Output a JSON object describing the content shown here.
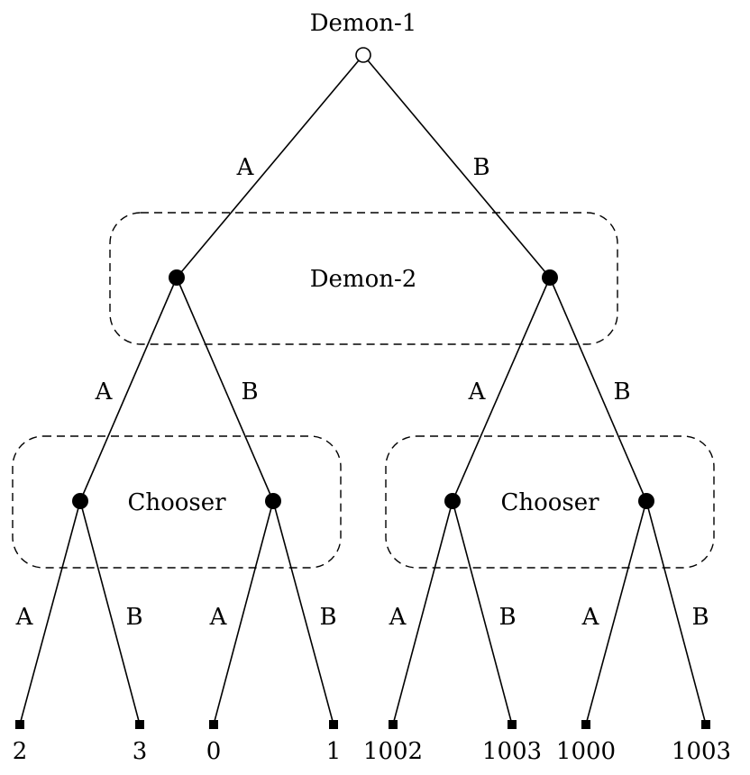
{
  "root": {
    "player": "Demon-1"
  },
  "level1": {
    "player": "Demon-2",
    "edge_left": "A",
    "edge_right": "B"
  },
  "level2": {
    "left_player": "Chooser",
    "right_player": "Chooser",
    "edges": [
      "A",
      "B",
      "A",
      "B"
    ]
  },
  "level3": {
    "edges": [
      "A",
      "B",
      "A",
      "B",
      "A",
      "B",
      "A",
      "B"
    ]
  },
  "payoffs": [
    "2",
    "3",
    "0",
    "1",
    "1002",
    "1003",
    "1000",
    "1003"
  ]
}
